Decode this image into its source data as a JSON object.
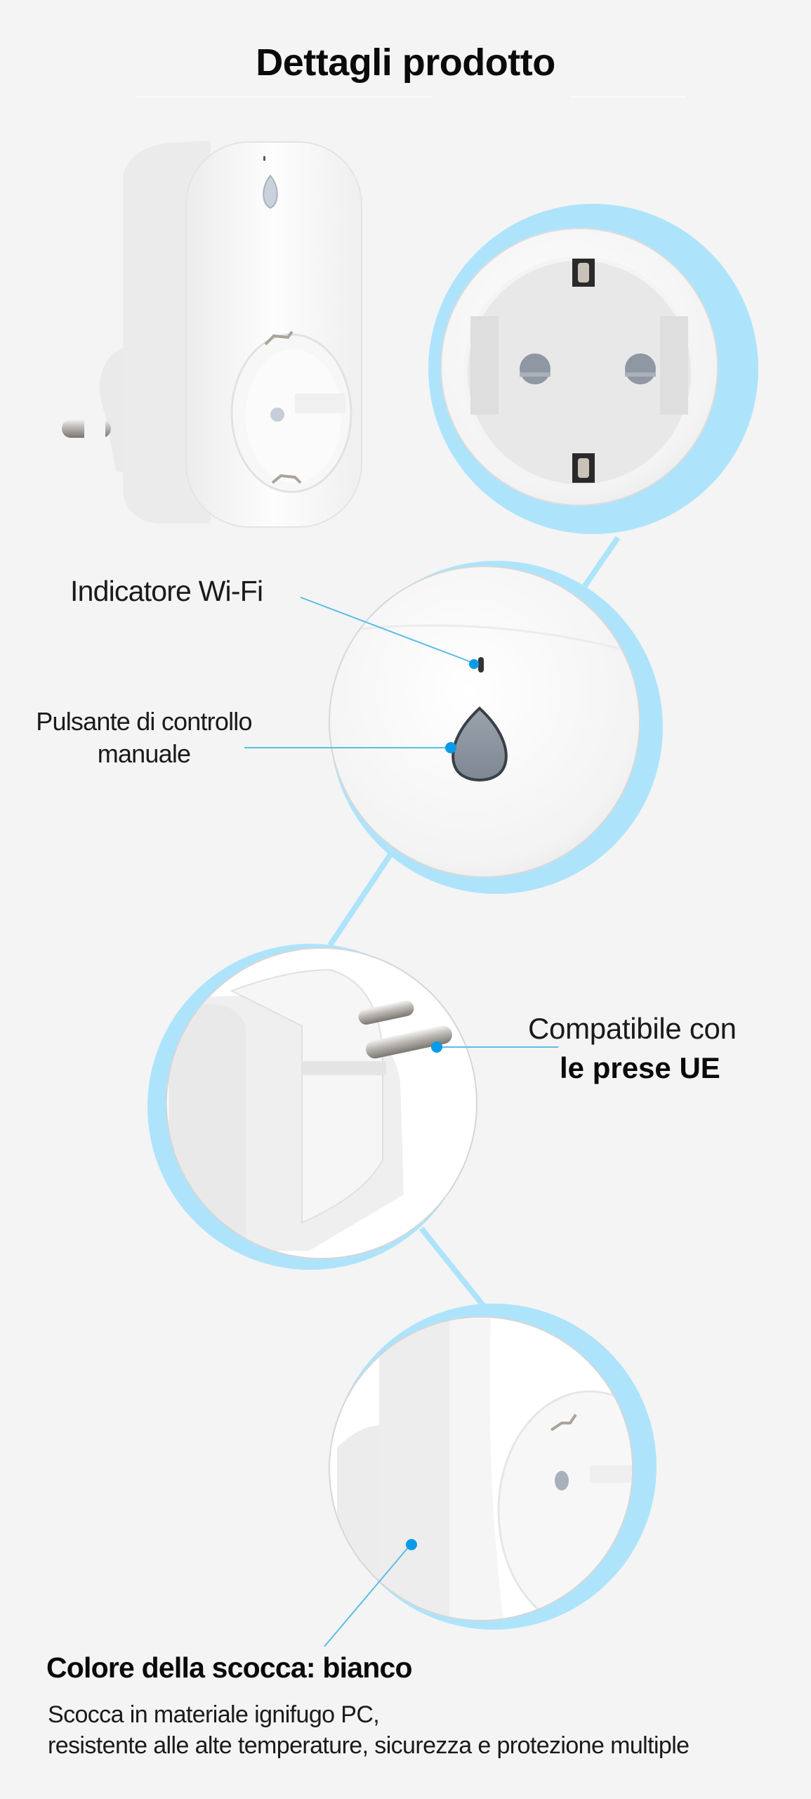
{
  "header": {
    "title": "Dettagli prodotto"
  },
  "callouts": {
    "wifi_indicator": "Indicatore Wi-Fi",
    "manual_button_line1": "Pulsante di controllo",
    "manual_button_line2": "manuale",
    "compatible_line1": "Compatibile con",
    "compatible_line2": "le prese UE"
  },
  "footer": {
    "color_title": "Colore della scocca: bianco",
    "desc_line1": "Scocca in materiale ignifugo PC,",
    "desc_line2": "resistente alle alte temperature, sicurezza e protezione multiple"
  },
  "colors": {
    "background": "#f4f4f4",
    "accent_ring": "#aee4fb",
    "pointer_line": "#5bbde6",
    "pointer_dot": "#0a9be8",
    "text_dark": "#0a0a0a"
  },
  "icons": {
    "product_image": "smart-plug-photo",
    "socket_closeup": "eu-socket-closeup",
    "button_closeup": "led-button-closeup",
    "prong_closeup": "plug-prongs-closeup",
    "shell_closeup": "housing-closeup"
  }
}
